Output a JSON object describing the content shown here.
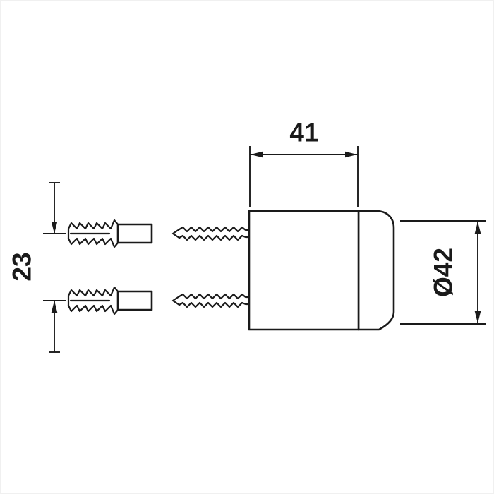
{
  "page": {
    "background": "#ffffff",
    "line_color": "#1a1a1a"
  },
  "drawing": {
    "type": "technical-dimension-drawing",
    "components": [
      "wall-anchor",
      "mounting-screw",
      "holder-body",
      "holder-cap"
    ],
    "labels": {
      "width": "41",
      "diameter": "Ø42",
      "spacing": "23"
    }
  }
}
